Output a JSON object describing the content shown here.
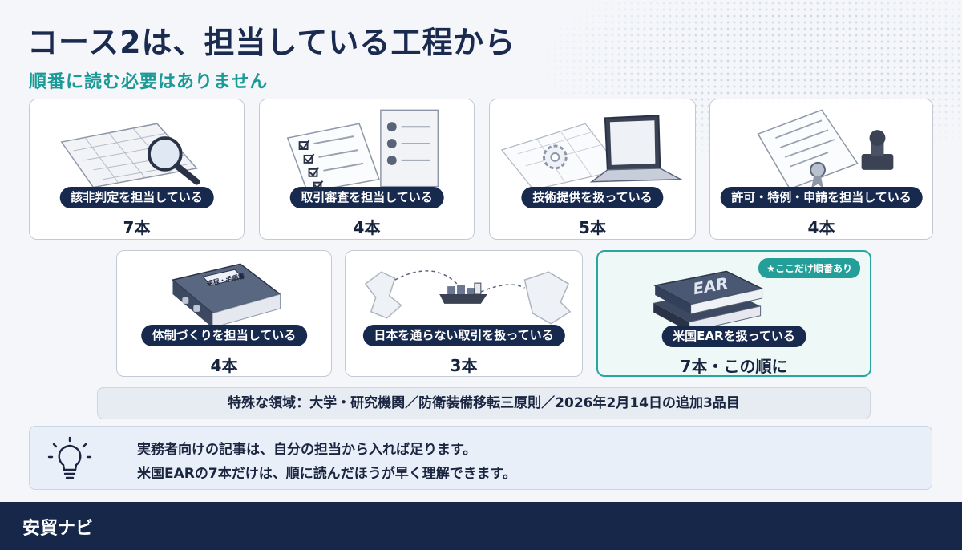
{
  "header": {
    "title": "コース2は、担当している工程から",
    "subtitle": "順番に読む必要はありません"
  },
  "cards": [
    {
      "label": "該非判定を担当している",
      "count": "7本",
      "icon": "spreadsheet-magnifier-icon"
    },
    {
      "label": "取引審査を担当している",
      "count": "4本",
      "icon": "checklist-icon"
    },
    {
      "label": "技術提供を扱っている",
      "count": "5本",
      "icon": "blueprint-laptop-icon"
    },
    {
      "label": "許可・特例・申請を担当している",
      "count": "4本",
      "icon": "certificate-stamp-icon"
    },
    {
      "label": "体制づくりを担当している",
      "count": "4本",
      "icon": "binder-icon",
      "binder_label": "規程・手順書"
    },
    {
      "label": "日本を通らない取引を扱っている",
      "count": "3本",
      "icon": "ship-map-icon"
    },
    {
      "label": "米国EARを扱っている",
      "count": "7本・この順に",
      "icon": "ear-books-icon",
      "book_label": "EAR",
      "badge": "★ここだけ順番あり",
      "highlight": true
    }
  ],
  "special": "特殊な領域：大学・研究機関／防衛装備移転三原則／2026年2月14日の追加3品目",
  "note": {
    "line1": "実務者向けの記事は、自分の担当から入れば足ります。",
    "line2": "米国EARの7本だけは、順に読んだほうが早く理解できます。",
    "icon": "lightbulb-icon"
  },
  "footer": {
    "brand": "安貿ナビ"
  },
  "colors": {
    "navy": "#17294d",
    "teal": "#1a9a96",
    "title": "#1a2b4f"
  }
}
